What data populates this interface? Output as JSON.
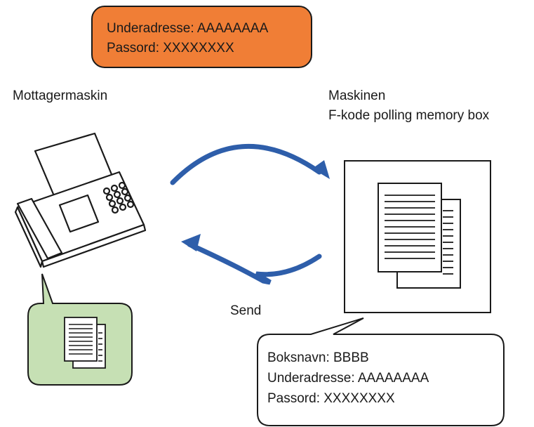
{
  "top_callout": {
    "line1": "Underadresse: AAAAAAAA",
    "line2": "Passord: XXXXXXXX",
    "color": "#F07E36"
  },
  "left_label": "Mottagermaskin",
  "right_label": {
    "line1": "Maskinen",
    "line2": "F-kode polling memory box"
  },
  "send_label": "Send",
  "bottom_callout": {
    "line1": "Boksnavn: BBBB",
    "line2": "Underadresse: AAAAAAAA",
    "line3": "Passord: XXXXXXXX"
  },
  "colors": {
    "arrow": "#2E5EAA",
    "received_box": "#C6E0B4"
  },
  "icons": [
    "fax-machine-icon",
    "documents-icon",
    "arrow-to-memory-box-icon",
    "arrow-to-receiver-icon"
  ]
}
